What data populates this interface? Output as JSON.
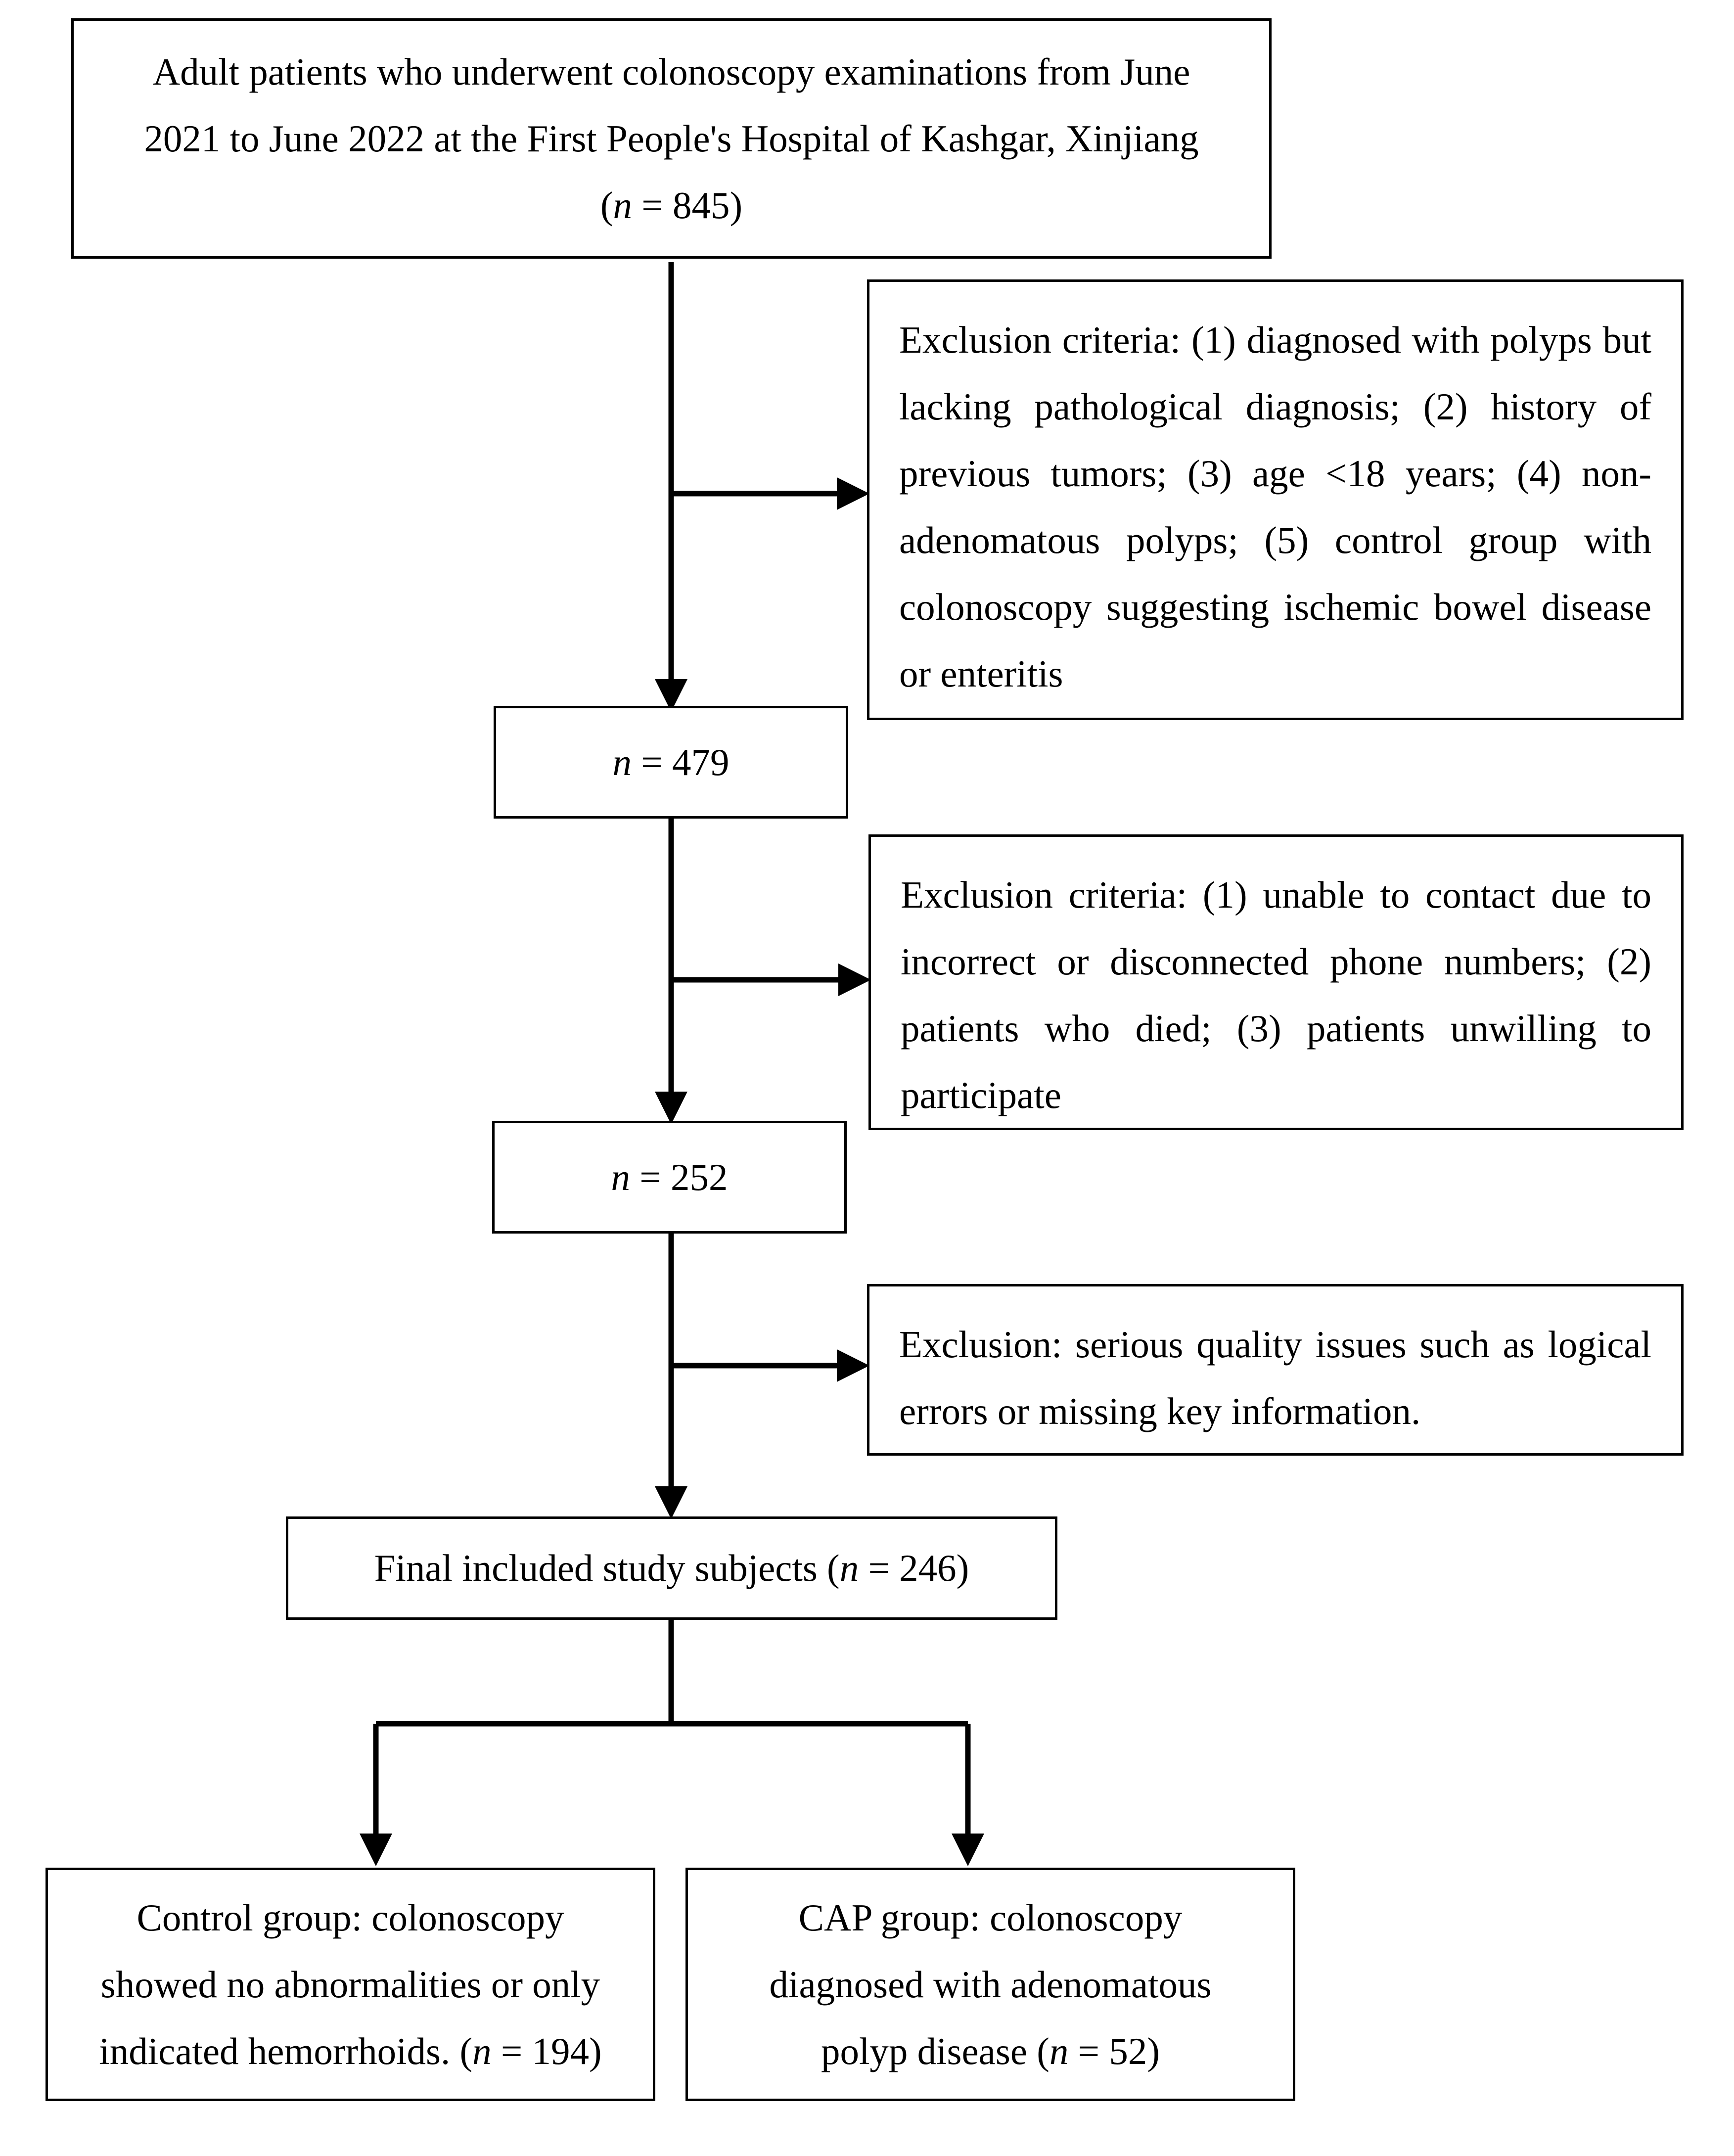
{
  "flowchart": {
    "top_box": {
      "line1": "Adult patients who underwent colonoscopy examinations from June",
      "line2": "2021 to June 2022 at the First People's Hospital of Kashgar, Xinjiang",
      "count_open": "(",
      "count_var": "n",
      "count_rest": " = 845)"
    },
    "exclusion_1": {
      "text": "Exclusion criteria: (1) diagnosed with polyps but lacking pathological diagnosis; (2) history of previous tumors; (3) age <18 years; (4) non-adenomatous polyps; (5) control group with colonoscopy suggesting ischemic bowel disease or enteritis"
    },
    "step_479": {
      "var": "n",
      "rest": " = 479"
    },
    "exclusion_2": {
      "text": "Exclusion criteria: (1) unable to contact due to incorrect or disconnected phone numbers; (2) patients who died; (3) patients unwilling to participate"
    },
    "step_252": {
      "var": "n",
      "rest": " = 252"
    },
    "exclusion_3": {
      "text": "Exclusion: serious quality issues such as logical errors or missing key information."
    },
    "final_box": {
      "prefix": "Final included study subjects (",
      "var": "n",
      "rest": " = 246)"
    },
    "control_group": {
      "line1": "Control group: colonoscopy",
      "line2": "showed no abnormalities or only",
      "line3_prefix": "indicated hemorrhoids. (",
      "var": "n",
      "line3_rest": " = 194)"
    },
    "cap_group": {
      "line1": "CAP group: colonoscopy",
      "line2": "diagnosed with adenomatous",
      "line3_prefix": "polyp disease (",
      "var": "n",
      "line3_rest": " = 52)"
    }
  }
}
